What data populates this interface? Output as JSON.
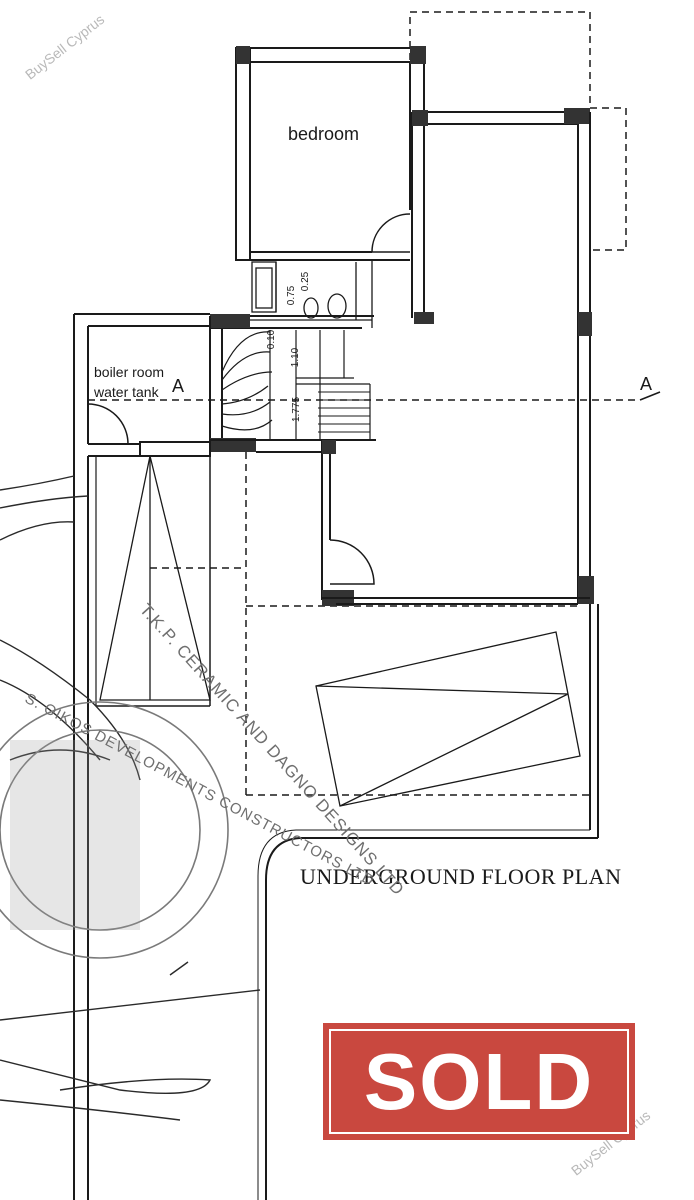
{
  "watermark": "BuySell Cyprus",
  "rooms": {
    "bedroom": "bedroom",
    "boiler_line1": "boiler room",
    "boiler_line2": "water tank",
    "section_marker": "A",
    "section_marker_right": "A"
  },
  "stair_dims": [
    "0.10",
    "1.10",
    "1.775"
  ],
  "bath_dims": [
    "0.25",
    "0.75"
  ],
  "plan_title": "UNDERGROUND FLOOR PLAN",
  "stamp": {
    "company1": "T.K.P. CERAMIC AND DAGNO DESIGNS LTD",
    "company2": "S. OIKOS DEVELOPMENTS CONSTRUCTORS LTD"
  },
  "sold_label": "SOLD",
  "colors": {
    "line": "#1a1a1a",
    "sold_bg": "#c9483f",
    "stamp": "#7a7a7a",
    "watermark": "#b9b9b9"
  }
}
